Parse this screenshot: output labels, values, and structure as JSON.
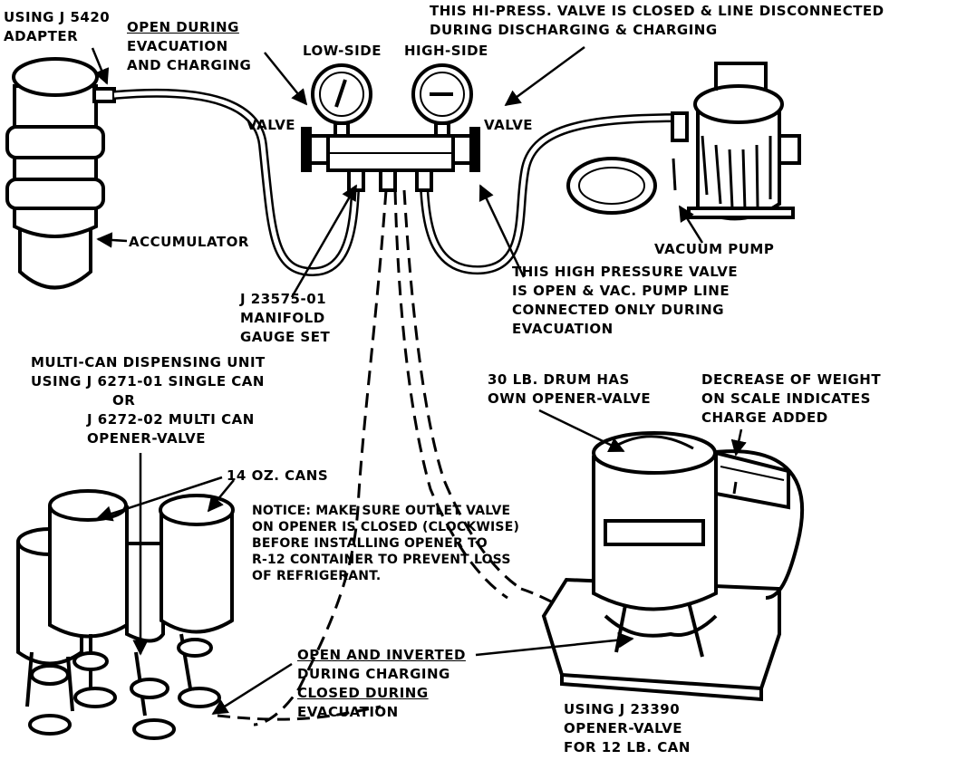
{
  "labels": {
    "adapter": [
      "USING J 5420",
      "ADAPTER"
    ],
    "open_during": [
      "OPEN DURING",
      "EVACUATION",
      "AND CHARGING"
    ],
    "hi_press": [
      "THIS HI-PRESS. VALVE IS CLOSED & LINE DISCONNECTED",
      "DURING DISCHARGING & CHARGING"
    ],
    "low_side": "LOW-SIDE",
    "high_side": "HIGH-SIDE",
    "valve_left": "VALVE",
    "valve_right": "VALVE",
    "accumulator": "ACCUMULATOR",
    "vacuum_pump": "VACUUM PUMP",
    "hp_valve_open": [
      "THIS HIGH PRESSURE VALVE",
      "IS OPEN & VAC. PUMP LINE",
      "CONNECTED ONLY DURING",
      "EVACUATION"
    ],
    "manifold": [
      "J 23575-01",
      "MANIFOLD",
      "GAUGE SET"
    ],
    "multi_can": [
      "MULTI-CAN DISPENSING UNIT",
      "USING J 6271-01 SINGLE CAN",
      "OR",
      "J 6272-02 MULTI CAN",
      "OPENER-VALVE"
    ],
    "drum": [
      "30 LB. DRUM HAS",
      "OWN OPENER-VALVE"
    ],
    "decrease": [
      "DECREASE OF WEIGHT",
      "ON SCALE INDICATES",
      "CHARGE ADDED"
    ],
    "cans": "14 OZ. CANS",
    "notice": [
      "NOTICE:  MAKE SURE OUTLET VALVE",
      "ON OPENER IS CLOSED (CLOCKWISE)",
      "BEFORE INSTALLING OPENER TO",
      "R-12 CONTAINER TO PREVENT LOSS",
      "OF REFRIGERANT."
    ],
    "open_inverted": [
      "OPEN AND INVERTED",
      "DURING CHARGING",
      "CLOSED DURING",
      "EVACUATION"
    ],
    "opener_12": [
      "USING J 23390",
      "OPENER-VALVE",
      "FOR 12 LB. CAN"
    ]
  }
}
